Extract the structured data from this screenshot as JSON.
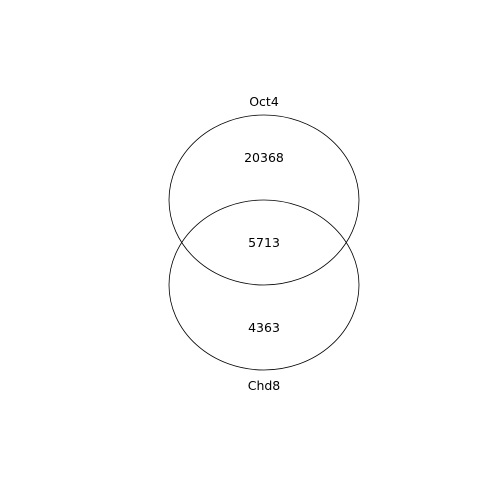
{
  "venn": {
    "sets": [
      {
        "label": "Oct4"
      },
      {
        "label": "Chd8"
      }
    ],
    "regions": {
      "only_set1": "20368",
      "intersection": "5713",
      "only_set2": "4363"
    },
    "colors": {
      "stroke": "#000000",
      "background": "#ffffff"
    }
  }
}
